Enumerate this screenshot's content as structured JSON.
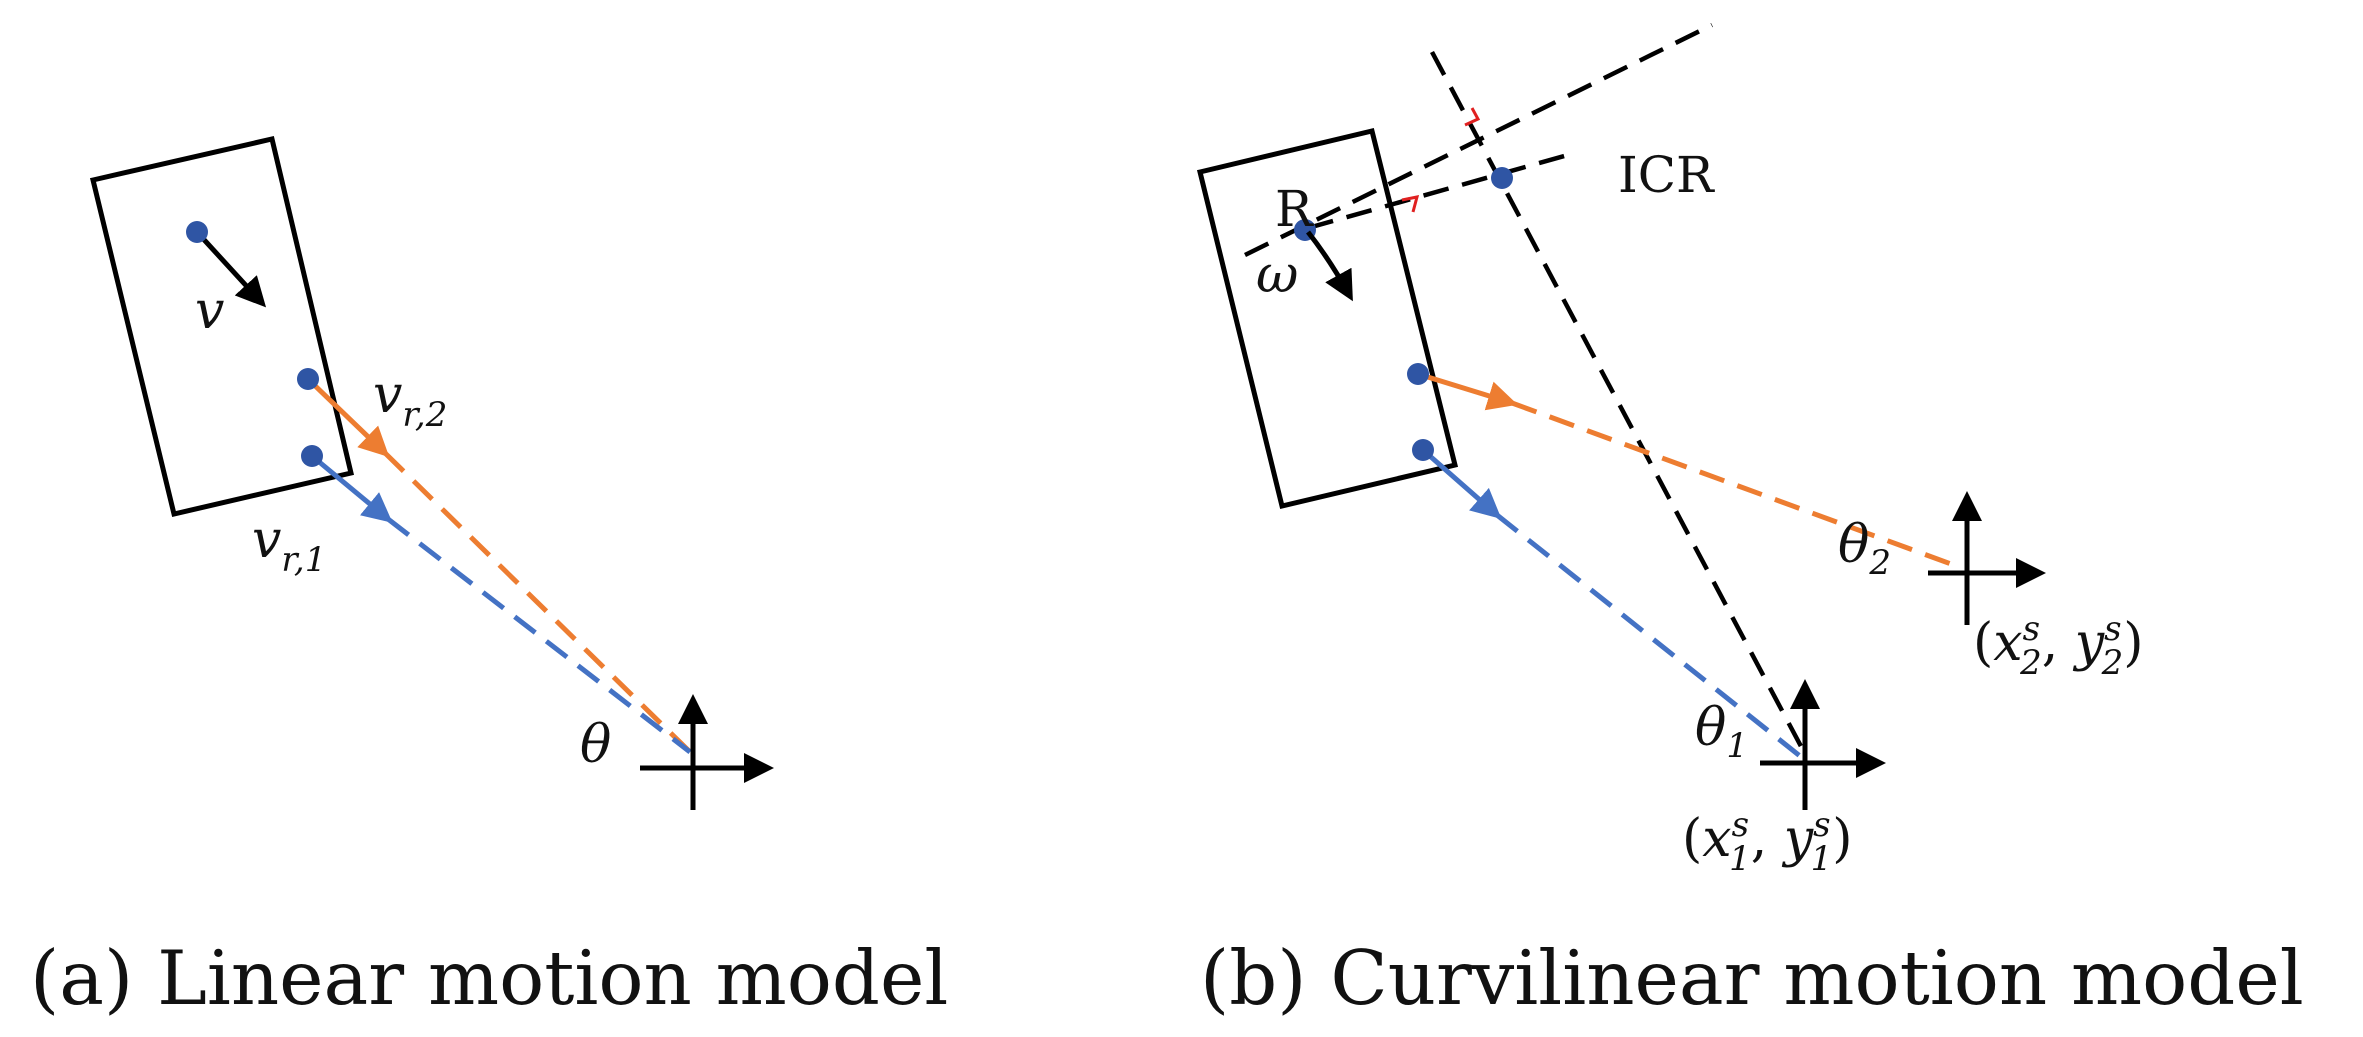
{
  "colors": {
    "orange": "#ED7D31",
    "blue": "#4472C4",
    "black": "#000000",
    "right_angle_marker": "#E02020",
    "point_fill": "#2F55A4"
  },
  "panel_a": {
    "caption": "(a) Linear motion model",
    "labels": {
      "velocity": "v",
      "v_r2_main": "v",
      "v_r2_sub": "r,2",
      "v_r1_main": "v",
      "v_r1_sub": "r,1",
      "theta": "θ"
    }
  },
  "panel_b": {
    "caption": "(b) Curvilinear motion model",
    "labels": {
      "icr": "ICR",
      "r": "R",
      "omega": "ω",
      "theta2_main": "θ",
      "theta2_sub": "2",
      "theta1_main": "θ",
      "theta1_sub": "1",
      "sensor2_open": "(",
      "sensor2_x": "x",
      "sensor2_x_sup": "s",
      "sensor2_x_sub": "2",
      "sensor2_sep": ", ",
      "sensor2_y": "y",
      "sensor2_y_sup": "s",
      "sensor2_y_sub": "2",
      "sensor2_close": ")",
      "sensor1_open": "(",
      "sensor1_x": "x",
      "sensor1_x_sup": "s",
      "sensor1_x_sub": "1",
      "sensor1_sep": ", ",
      "sensor1_y": "y",
      "sensor1_y_sup": "s",
      "sensor1_y_sub": "1",
      "sensor1_close": ")"
    }
  }
}
